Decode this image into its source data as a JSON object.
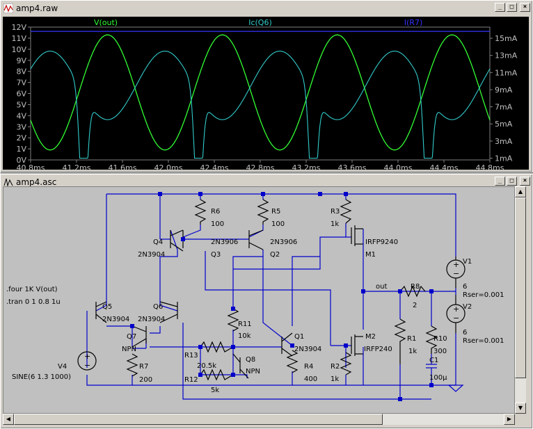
{
  "plot_window": {
    "title": "amp4.raw"
  },
  "schematic_window": {
    "title": "amp4.asc"
  },
  "window_buttons": {
    "minimize": "_",
    "maximize": "□",
    "close": "×"
  },
  "chart_data": {
    "type": "line",
    "series": [
      {
        "name": "V(out)",
        "color": "#33ff33",
        "axis": "left",
        "amplitude": 5.2,
        "offset": 6.1,
        "period_ms": 1.0,
        "phase_ms": 0.22
      },
      {
        "name": "Ic(Q6)",
        "color": "#33cccc",
        "axis": "right",
        "shape": "spiky"
      },
      {
        "name": "I(R7)",
        "color": "#3333ff",
        "axis": "right",
        "constant_mA": 15.8
      }
    ],
    "left_axis": {
      "ticks": [
        "0V",
        "1V",
        "2V",
        "3V",
        "4V",
        "5V",
        "6V",
        "7V",
        "8V",
        "9V",
        "10V",
        "11V",
        "12V"
      ],
      "ylim": [
        0,
        12
      ]
    },
    "right_axis": {
      "ticks": [
        "1mA",
        "3mA",
        "5mA",
        "7mA",
        "9mA",
        "11mA",
        "13mA",
        "15mA"
      ],
      "ylim": [
        0.8,
        16.3
      ]
    },
    "x_axis": {
      "ticks": [
        "40.8ms",
        "41.2ms",
        "41.6ms",
        "42.0ms",
        "42.4ms",
        "42.8ms",
        "43.2ms",
        "43.6ms",
        "44.0ms",
        "44.4ms",
        "44.8ms"
      ],
      "xlim": [
        40.8,
        44.8
      ]
    },
    "grid": false
  },
  "schematic": {
    "components": [
      {
        "ref": "R6",
        "value": "100"
      },
      {
        "ref": "R5",
        "value": "100"
      },
      {
        "ref": "R3",
        "value": "1k"
      },
      {
        "ref": "Q4",
        "value": "2N3904"
      },
      {
        "ref": "Q3",
        "value": "2N3906"
      },
      {
        "ref": "Q2",
        "value": "2N3906"
      },
      {
        "ref": "M1",
        "value": "IRFP9240"
      },
      {
        "ref": "V1",
        "value": "6"
      },
      {
        "ref": "V2",
        "value": "6"
      },
      {
        "ref": "Q5",
        "value": "2N3904"
      },
      {
        "ref": "Q6",
        "value": "2N3904"
      },
      {
        "ref": "R8",
        "value": "2"
      },
      {
        "ref": "R11",
        "value": "10k"
      },
      {
        "ref": "Q1",
        "value": "2N3904"
      },
      {
        "ref": "Q7",
        "value": "NPN"
      },
      {
        "ref": "R7",
        "value": "200"
      },
      {
        "ref": "V4",
        "value": "SINE(6 1.3 1000)"
      },
      {
        "ref": "R13",
        "value": "20.5k"
      },
      {
        "ref": "R12",
        "value": "5k"
      },
      {
        "ref": "Q8",
        "value": "NPN"
      },
      {
        "ref": "R4",
        "value": "400"
      },
      {
        "ref": "R2",
        "value": "1k"
      },
      {
        "ref": "M2",
        "value": "IRFP240"
      },
      {
        "ref": "R1",
        "value": "1k"
      },
      {
        "ref": "R10",
        "value": "300"
      },
      {
        "ref": "C1",
        "value": "100µ"
      }
    ],
    "directives": [
      ".four 1K V(out)",
      ".tran 0 1 0.8 1u"
    ],
    "net_label": "out",
    "rser_v1": "Rser=0.001",
    "rser_v2": "Rser=0.001"
  }
}
